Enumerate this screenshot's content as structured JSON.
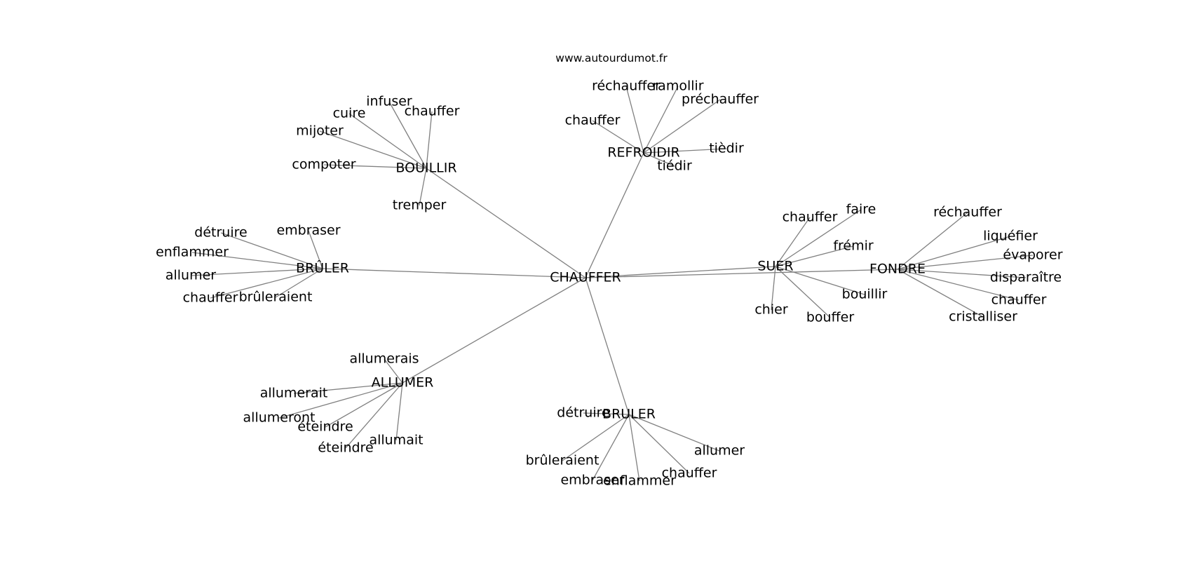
{
  "header": {
    "site": "www.autourdumot.fr"
  },
  "graph": {
    "center": "CHAUFFER",
    "hubs": [
      {
        "name": "BOUILLIR",
        "words": [
          "infuser",
          "cuire",
          "chauffer",
          "mijoter",
          "compoter",
          "tremper"
        ]
      },
      {
        "name": "REFROIDIR",
        "words": [
          "réchauffer",
          "ramollir",
          "préchauffer",
          "chauffer",
          "tièdir",
          "tiédir"
        ]
      },
      {
        "name": "BRÛLER",
        "words": [
          "détruire",
          "embraser",
          "enflammer",
          "allumer",
          "chauffer",
          "brûleraient"
        ]
      },
      {
        "name": "SUER",
        "words": [
          "chauffer",
          "faire",
          "frémir",
          "bouillir",
          "chier",
          "bouffer"
        ]
      },
      {
        "name": "FONDRE",
        "words": [
          "réchauffer",
          "liquéfier",
          "évaporer",
          "disparaître",
          "chauffer",
          "cristalliser"
        ]
      },
      {
        "name": "ALLUMER",
        "words": [
          "allumerais",
          "allumerait",
          "allumeront",
          "éteindre",
          "allumait",
          "éteindre"
        ]
      },
      {
        "name": "BRULER",
        "words": [
          "détruire",
          "allumer",
          "brûleraient",
          "chauffer",
          "embraser",
          "enflammer"
        ]
      }
    ]
  },
  "colors": {
    "edge": "#808080",
    "text": "#000000",
    "background": "#ffffff"
  }
}
